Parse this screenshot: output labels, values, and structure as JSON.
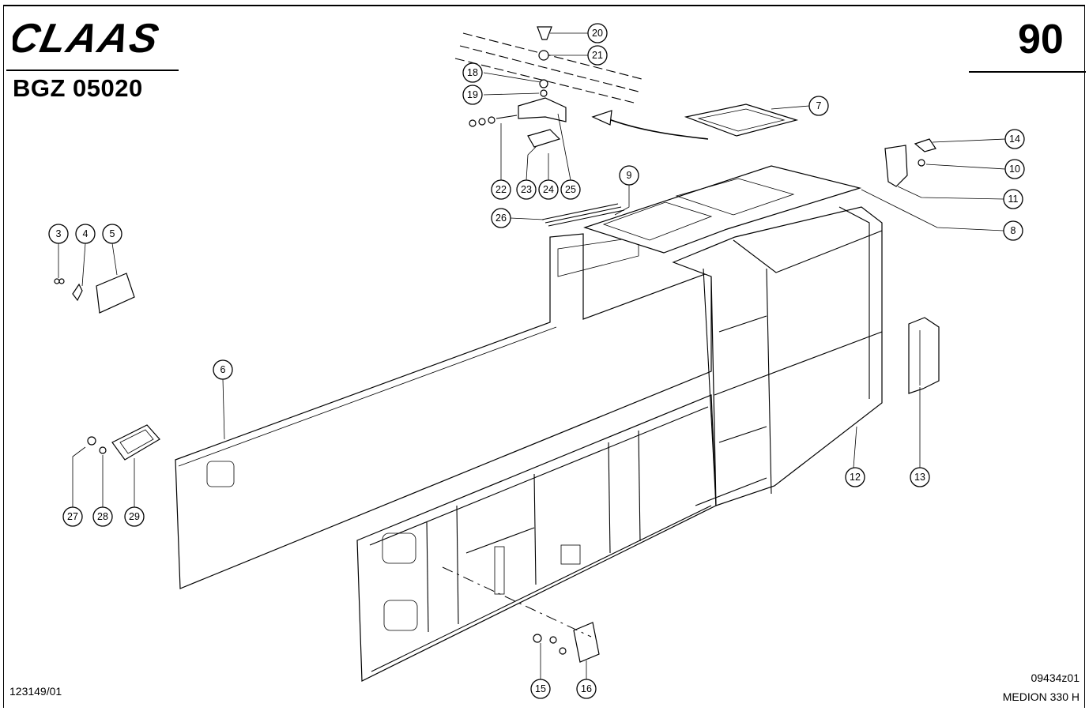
{
  "header": {
    "brand": "CLAAS",
    "doc_code": "BGZ 05020",
    "page_number": "90"
  },
  "footer": {
    "reference": "123149/01",
    "figure_id": "09434z01",
    "model": "MEDION 330 H"
  },
  "callouts": [
    "3",
    "4",
    "5",
    "6",
    "7",
    "8",
    "9",
    "10",
    "11",
    "12",
    "13",
    "14",
    "15",
    "16",
    "18",
    "19",
    "20",
    "21",
    "22",
    "23",
    "24",
    "25",
    "26",
    "27",
    "28",
    "29"
  ]
}
